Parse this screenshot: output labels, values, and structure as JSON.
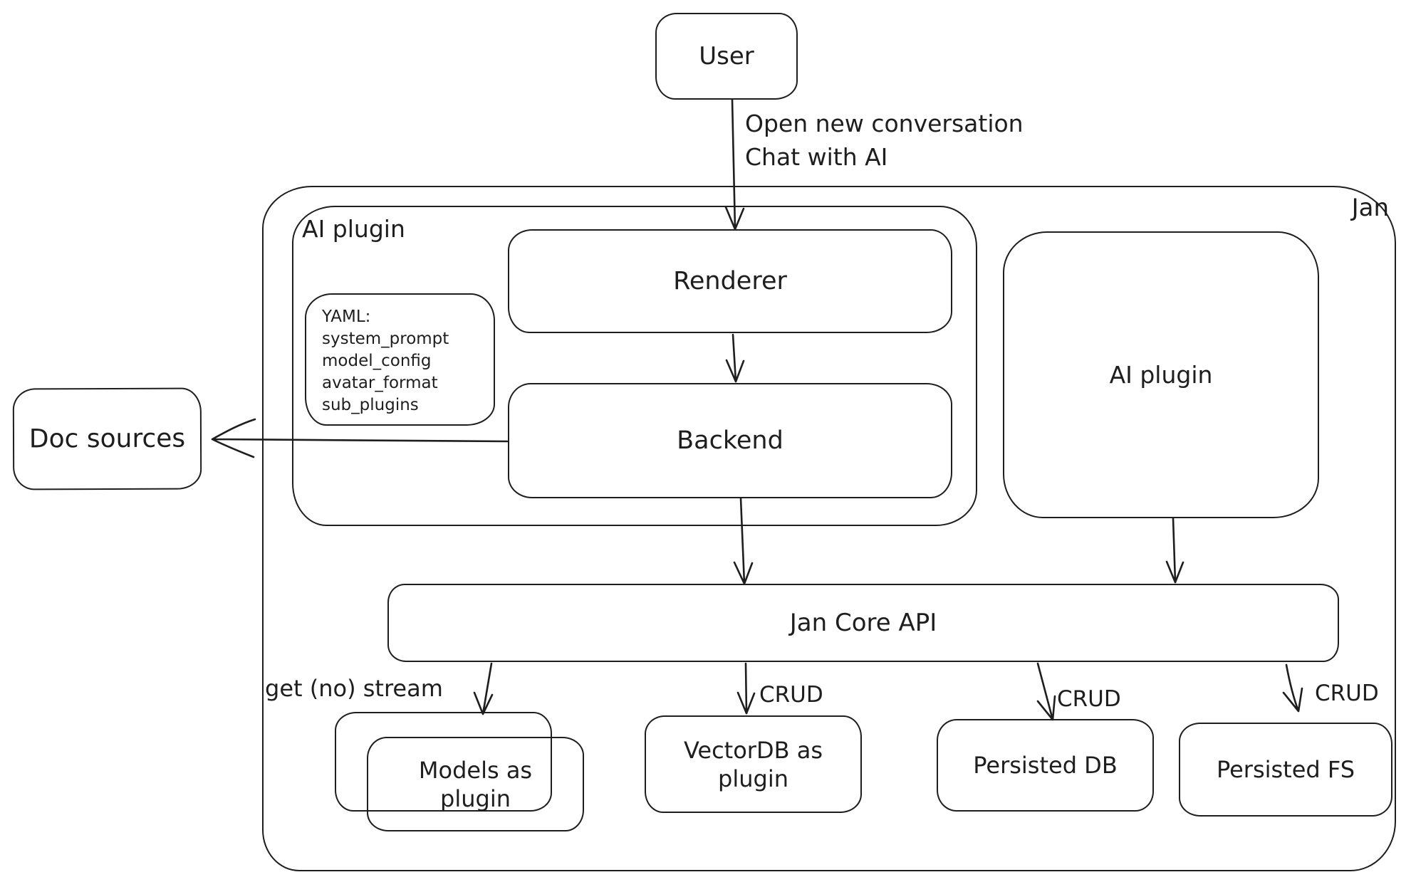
{
  "diagram": {
    "title": "Jan architecture diagram",
    "stroke_color": "#1e1e1e",
    "background_color": "#ffffff"
  },
  "nodes": {
    "user": {
      "label": "User"
    },
    "jan_container": {
      "label": "Jan"
    },
    "ai_plugin_container": {
      "label": "AI plugin"
    },
    "renderer": {
      "label": "Renderer"
    },
    "yaml_note": {
      "lines": [
        "YAML:",
        "system_prompt",
        "model_config",
        "avatar_format",
        "sub_plugins"
      ]
    },
    "backend": {
      "label": "Backend"
    },
    "doc_sources": {
      "label": "Doc sources"
    },
    "ai_plugin_right": {
      "label": "AI plugin"
    },
    "jan_core_api": {
      "label": "Jan Core API"
    },
    "models_as_plugin": {
      "label": "Models as plugin"
    },
    "vectordb_as_plugin": {
      "label": "VectorDB as plugin"
    },
    "persisted_db": {
      "label": "Persisted DB"
    },
    "persisted_fs": {
      "label": "Persisted FS"
    }
  },
  "edges": {
    "user_to_renderer": {
      "label": "Open new conversation\nChat with AI"
    },
    "renderer_to_backend": {
      "label": ""
    },
    "backend_to_doc_sources": {
      "label": ""
    },
    "backend_to_core": {
      "label": ""
    },
    "ai_plugin_to_core": {
      "label": ""
    },
    "core_to_models": {
      "label": "get (no) stream"
    },
    "core_to_vectordb": {
      "label": "CRUD"
    },
    "core_to_persisted_db": {
      "label": "CRUD"
    },
    "core_to_persisted_fs": {
      "label": "CRUD"
    }
  }
}
